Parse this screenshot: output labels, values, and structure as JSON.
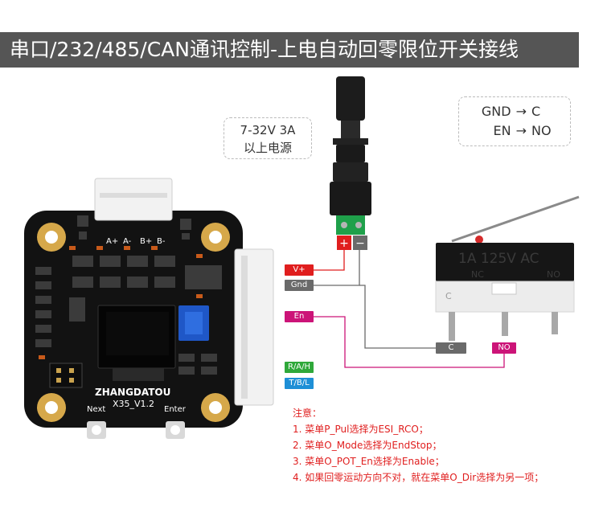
{
  "header": {
    "title": "串口/232/485/CAN通讯控制-上电自动回零限位开关接线"
  },
  "power_note": {
    "line1": "7-32V 3A",
    "line2": "以上电源"
  },
  "mapping": [
    {
      "from": "GND",
      "arrow": "→",
      "to": "C"
    },
    {
      "from": "EN",
      "arrow": "→",
      "to": "NO"
    }
  ],
  "terminal": {
    "plus": "+",
    "minus": "−"
  },
  "wire_tags": {
    "v_plus": "V+",
    "gnd": "Gnd",
    "en": "En",
    "rah": "R/A/H",
    "tbl": "T/B/L",
    "c": "C",
    "no": "NO"
  },
  "board": {
    "brand": "ZHANGDATOU",
    "model": "X35_V1.2",
    "next": "Next",
    "enter": "Enter",
    "pins": [
      "A+",
      "A-",
      "B+",
      "B-"
    ]
  },
  "switch": {
    "marking": "1A 125V AC",
    "pins": [
      "C",
      "NC",
      "NO"
    ]
  },
  "notes": {
    "title": "注意：",
    "items": [
      "1. 菜单P_Pul选择为ESI_RCO；",
      "2. 菜单O_Mode选择为EndStop；",
      "3. 菜单O_POT_En选择为Enable；",
      "4. 如果回零运动方向不对，就在菜单O_Dir选择为另一项；"
    ]
  },
  "colors": {
    "red": "#e01e1e",
    "gray": "#6a6a6a",
    "pink": "#cc1478",
    "green": "#2fa83a",
    "blue": "#1e8fd6",
    "board": "#111111"
  }
}
